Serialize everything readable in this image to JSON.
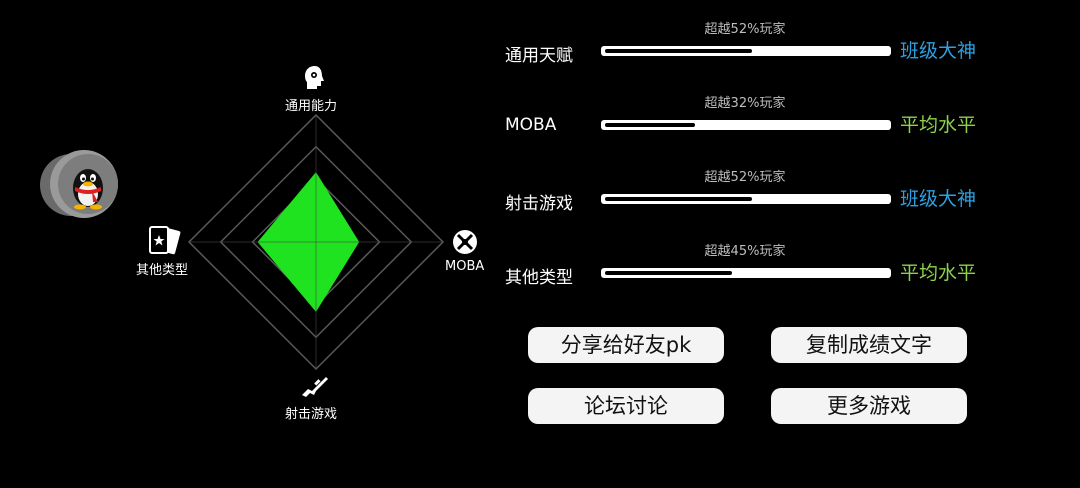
{
  "radar": {
    "axes": [
      {
        "label": "通用能力",
        "icon": "head-gear-icon",
        "value": 0.55
      },
      {
        "label": "MOBA",
        "icon": "moba-crossed-swords-icon",
        "value": 0.34
      },
      {
        "label": "射击游戏",
        "icon": "rifle-icon",
        "value": 0.55
      },
      {
        "label": "其他类型",
        "icon": "cards-icon",
        "value": 0.46
      }
    ],
    "fill_color": "#1fe31f"
  },
  "avatar": {
    "icon": "qq-penguin-icon"
  },
  "stats": [
    {
      "name": "通用天赋",
      "hint": "超越52%玩家",
      "rank": "班级大神",
      "rank_color": "#2ea0e0",
      "percent": 52
    },
    {
      "name": "MOBA",
      "hint": "超越32%玩家",
      "rank": "平均水平",
      "rank_color": "#8cd24a",
      "percent": 32
    },
    {
      "name": "射击游戏",
      "hint": "超越52%玩家",
      "rank": "班级大神",
      "rank_color": "#2ea0e0",
      "percent": 52
    },
    {
      "name": "其他类型",
      "hint": "超越45%玩家",
      "rank": "平均水平",
      "rank_color": "#8cd24a",
      "percent": 45
    }
  ],
  "buttons": {
    "share": "分享给好友pk",
    "copy": "复制成绩文字",
    "forum": "论坛讨论",
    "more": "更多游戏"
  }
}
